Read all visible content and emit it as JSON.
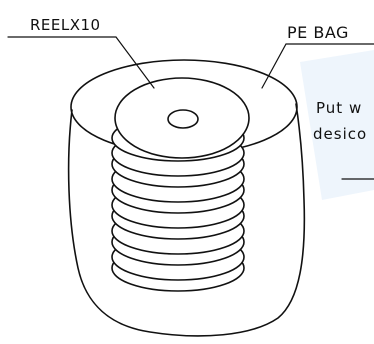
{
  "labels": {
    "reel": "REELX10",
    "bag": "PE BAG",
    "note_line1": "Put w",
    "note_line2": "desico"
  },
  "colors": {
    "line": "#111111",
    "background": "#ffffff",
    "watermark": "#eef5fc"
  }
}
